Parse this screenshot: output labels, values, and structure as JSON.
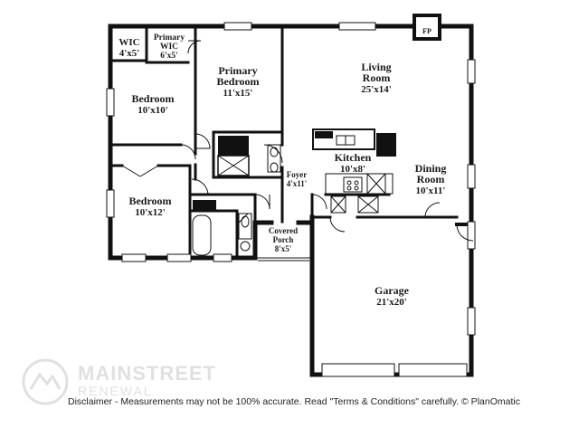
{
  "rooms": {
    "wic": {
      "name": "WIC",
      "dim": "4'x5'"
    },
    "primary_wic": {
      "name1": "Primary",
      "name2": "WIC",
      "dim": "6'x5'"
    },
    "primary_bedroom": {
      "name1": "Primary",
      "name2": "Bedroom",
      "dim": "11'x15'"
    },
    "living_room": {
      "name1": "Living",
      "name2": "Room",
      "dim": "25'x14'"
    },
    "bedroom_1": {
      "name": "Bedroom",
      "dim": "10'x10'"
    },
    "bedroom_2": {
      "name": "Bedroom",
      "dim": "10'x12'"
    },
    "kitchen": {
      "name": "Kitchen",
      "dim": "10'x8'"
    },
    "dining_room": {
      "name1": "Dining",
      "name2": "Room",
      "dim": "10'x11'"
    },
    "foyer": {
      "name": "Foyer",
      "dim": "4'x11'"
    },
    "covered_porch": {
      "name1": "Covered",
      "name2": "Porch",
      "dim": "8'x5'"
    },
    "garage": {
      "name": "Garage",
      "dim": "21'x20'"
    },
    "fireplace": {
      "label": "FP"
    }
  },
  "logo": {
    "brand": "MAINSTREET",
    "sub": "RENEWAL"
  },
  "disclaimer": "Disclaimer - Measurements may not be 100% accurate. Read \"Terms & Conditions\" carefully. © PlanOmatic"
}
